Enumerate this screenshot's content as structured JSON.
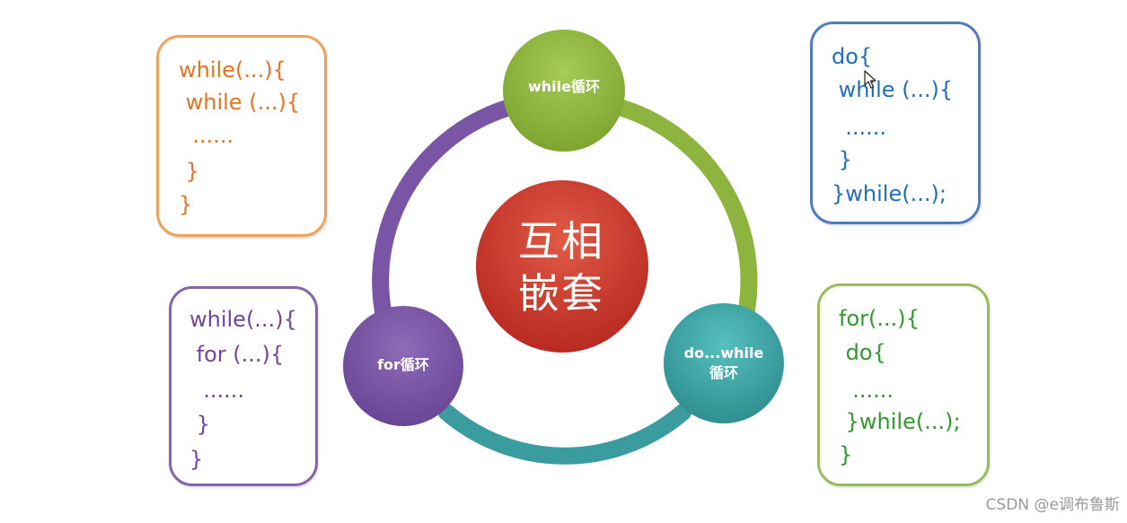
{
  "center_label": "互相\n嵌套",
  "nodes": {
    "while": {
      "label": "while循环"
    },
    "for": {
      "label": "for循环"
    },
    "dowhile": {
      "label": "do...while\n循环"
    }
  },
  "code_boxes": {
    "top_left": {
      "lines": [
        "while(...){",
        " while (...){",
        "  ......",
        " }",
        "}"
      ]
    },
    "top_right": {
      "lines": [
        "do{",
        " while (...){",
        "  ......",
        " }",
        "}while(...);"
      ]
    },
    "bottom_left": {
      "lines": [
        "while(...){",
        " for (...){",
        "  ......",
        " }",
        "}"
      ]
    },
    "bottom_right": {
      "lines": [
        "for(...){",
        " do{",
        "  ......",
        " }while(...);",
        "}"
      ]
    }
  },
  "watermark": "CSDN @e调布鲁斯",
  "colors": {
    "while_node": "#8DB43F",
    "for_node": "#7A55A6",
    "dowhile_node": "#3FA5A6",
    "center_node": "#C9342A",
    "ring_purple": "#7A55A6",
    "ring_green": "#8DB43F",
    "ring_teal": "#3A9C9F",
    "box_orange": "#E9731F",
    "box_blue": "#1F6FBF",
    "box_purple": "#7145A0",
    "box_green": "#2F9A2F"
  },
  "icons": [
    "cursor-arrow-icon"
  ]
}
